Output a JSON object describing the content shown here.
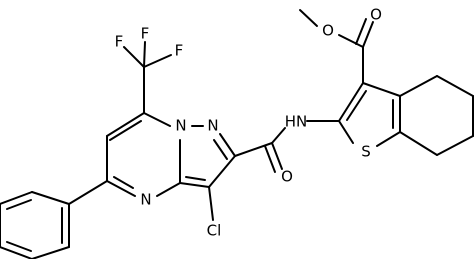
{
  "molecule": {
    "atoms": [
      {
        "id": "f1",
        "label": "F"
      },
      {
        "id": "f2",
        "label": "F"
      },
      {
        "id": "f3",
        "label": "F"
      },
      {
        "id": "n1",
        "label": "N"
      },
      {
        "id": "n2",
        "label": "N"
      },
      {
        "id": "n3",
        "label": "N"
      },
      {
        "id": "nh",
        "label": "HN"
      },
      {
        "id": "o1",
        "label": "O"
      },
      {
        "id": "o2",
        "label": "O"
      },
      {
        "id": "o3",
        "label": "O"
      },
      {
        "id": "s1",
        "label": "S"
      },
      {
        "id": "cl",
        "label": "Cl"
      }
    ]
  }
}
